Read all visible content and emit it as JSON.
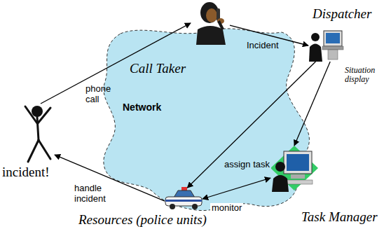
{
  "diagram": {
    "nodes": [
      {
        "text": [
          "Call Taker"
        ]
      },
      {
        "text": [
          "Dispatcher",
          "Situation display"
        ]
      },
      {
        "text": [
          "Network"
        ]
      },
      {
        "text": [
          "incident!"
        ]
      },
      {
        "text": [
          "Resources (police units)"
        ]
      },
      {
        "text": [
          "Task Manager"
        ]
      }
    ],
    "edges": [
      {
        "from": 3,
        "to": 0,
        "label": "phone call",
        "arrow": "to"
      },
      {
        "from": 0,
        "to": 1,
        "label": "Incident",
        "arrow": "to"
      },
      {
        "from": 1,
        "to": 4,
        "label": "assign task",
        "arrow": "to"
      },
      {
        "from": 1,
        "to": 5,
        "arrow": "to"
      },
      {
        "from": 4,
        "to": 5,
        "label": "monitor",
        "arrow": "both"
      },
      {
        "from": 4,
        "to": 3,
        "label": "handle incident",
        "arrow": "to"
      }
    ]
  }
}
